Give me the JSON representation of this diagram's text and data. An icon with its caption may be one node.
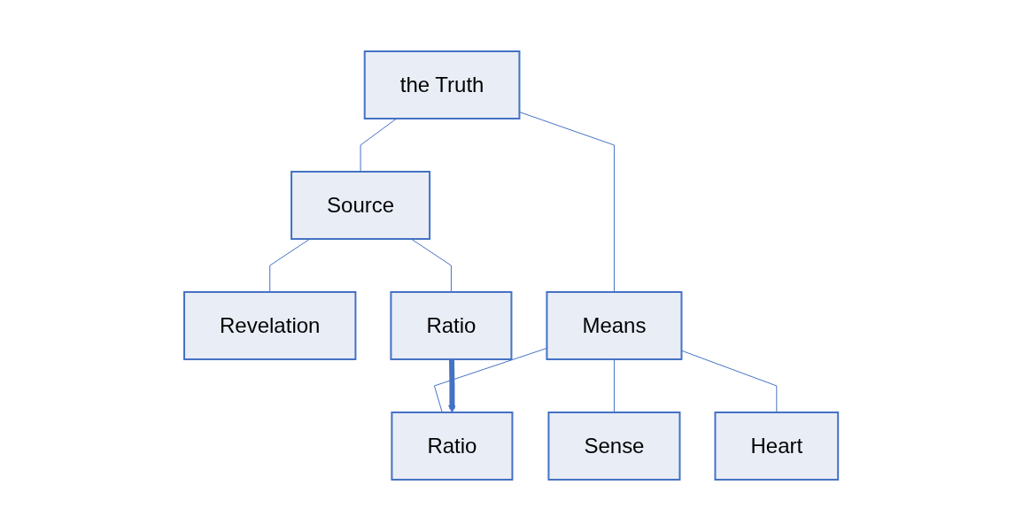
{
  "diagram": {
    "nodes": [
      {
        "text": [
          "the Truth"
        ]
      },
      {
        "text": [
          "Source"
        ]
      },
      {
        "text": [
          "Means"
        ]
      },
      {
        "text": [
          "Revelation"
        ]
      },
      {
        "text": [
          "Ratio"
        ]
      },
      {
        "text": [
          "Sense"
        ]
      },
      {
        "text": [
          "Ratio"
        ]
      },
      {
        "text": [
          "Heart"
        ]
      }
    ],
    "edges": [
      {
        "from": 0,
        "to": 1,
        "arrow": "none"
      },
      {
        "from": 0,
        "to": 2,
        "arrow": "none"
      },
      {
        "from": 1,
        "to": 3,
        "arrow": "none"
      },
      {
        "from": 1,
        "to": 4,
        "arrow": "none"
      },
      {
        "from": 2,
        "to": 5,
        "arrow": "none"
      },
      {
        "from": 2,
        "to": 6,
        "arrow": "none"
      },
      {
        "from": 2,
        "to": 7,
        "arrow": "none"
      },
      {
        "from": 4,
        "to": 6,
        "arrow": "to",
        "style": "thick"
      }
    ]
  }
}
